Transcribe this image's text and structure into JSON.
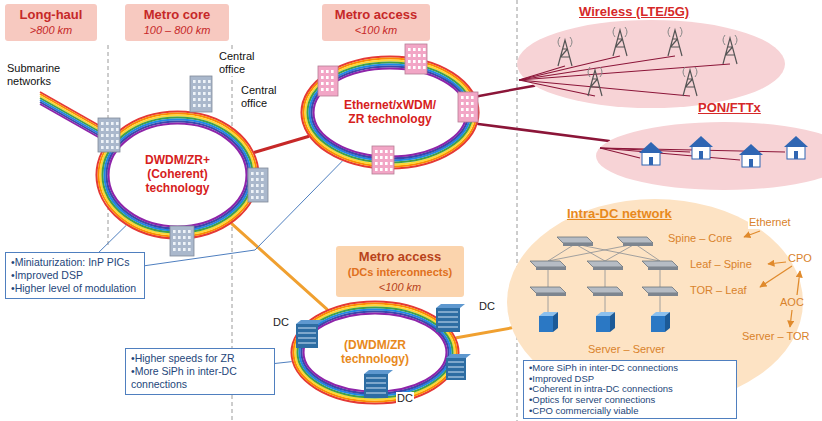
{
  "diagram": {
    "nodes": [
      {
        "text": [
          "Long-haul",
          ">800 km"
        ]
      },
      {
        "text": [
          "Metro core",
          "100 – 800 km"
        ]
      },
      {
        "text": [
          "Metro access",
          "<100 km"
        ]
      },
      {
        "text": [
          "Metro access",
          "(DCs interconnects)",
          "<100 km"
        ]
      },
      {
        "text": [
          "DWDM/ZR+ (Coherent) technology"
        ]
      },
      {
        "text": [
          "Ethernet/xWDM/ ZR technology"
        ]
      },
      {
        "text": [
          "(DWDM/ZR technology)"
        ]
      },
      {
        "text": [
          "Wireless (LTE/5G)"
        ]
      },
      {
        "text": [
          "PON/FTTx"
        ]
      },
      {
        "text": [
          "Intra-DC network"
        ]
      },
      {
        "text": [
          "•Miniaturization: InP PICs",
          "•Improved DSP",
          "•Higher level of modulation"
        ]
      },
      {
        "text": [
          "•Higher speeds for ZR",
          "•More SiPh in inter-DC connections"
        ]
      },
      {
        "text": [
          "•More SiPh in inter-DC connections",
          "•Improved DSP",
          "•Coherent in intra-DC connections",
          "•Optics for server connections",
          "•CPO commercially viable"
        ]
      }
    ],
    "edges": [
      {
        "from": 4,
        "to": 5,
        "arrow": "none"
      },
      {
        "from": 4,
        "to": 6,
        "arrow": "none"
      },
      {
        "from": 5,
        "to": 7,
        "arrow": "none"
      },
      {
        "from": 5,
        "to": 8,
        "arrow": "none"
      },
      {
        "from": 6,
        "to": 9,
        "arrow": "none"
      },
      {
        "from": 10,
        "to": 4,
        "arrow": "none"
      },
      {
        "from": 10,
        "to": 5,
        "arrow": "none"
      },
      {
        "from": 11,
        "to": 6,
        "arrow": "none"
      }
    ],
    "labels": [
      "Submarine networks",
      "Central office",
      "Central office",
      "DC",
      "DC",
      "DC",
      "Spine – Core",
      "Leaf – Spine",
      "TOR – Leaf",
      "Server – Server",
      "Ethernet",
      "CPO",
      "AOC",
      "Server – TOR"
    ]
  }
}
